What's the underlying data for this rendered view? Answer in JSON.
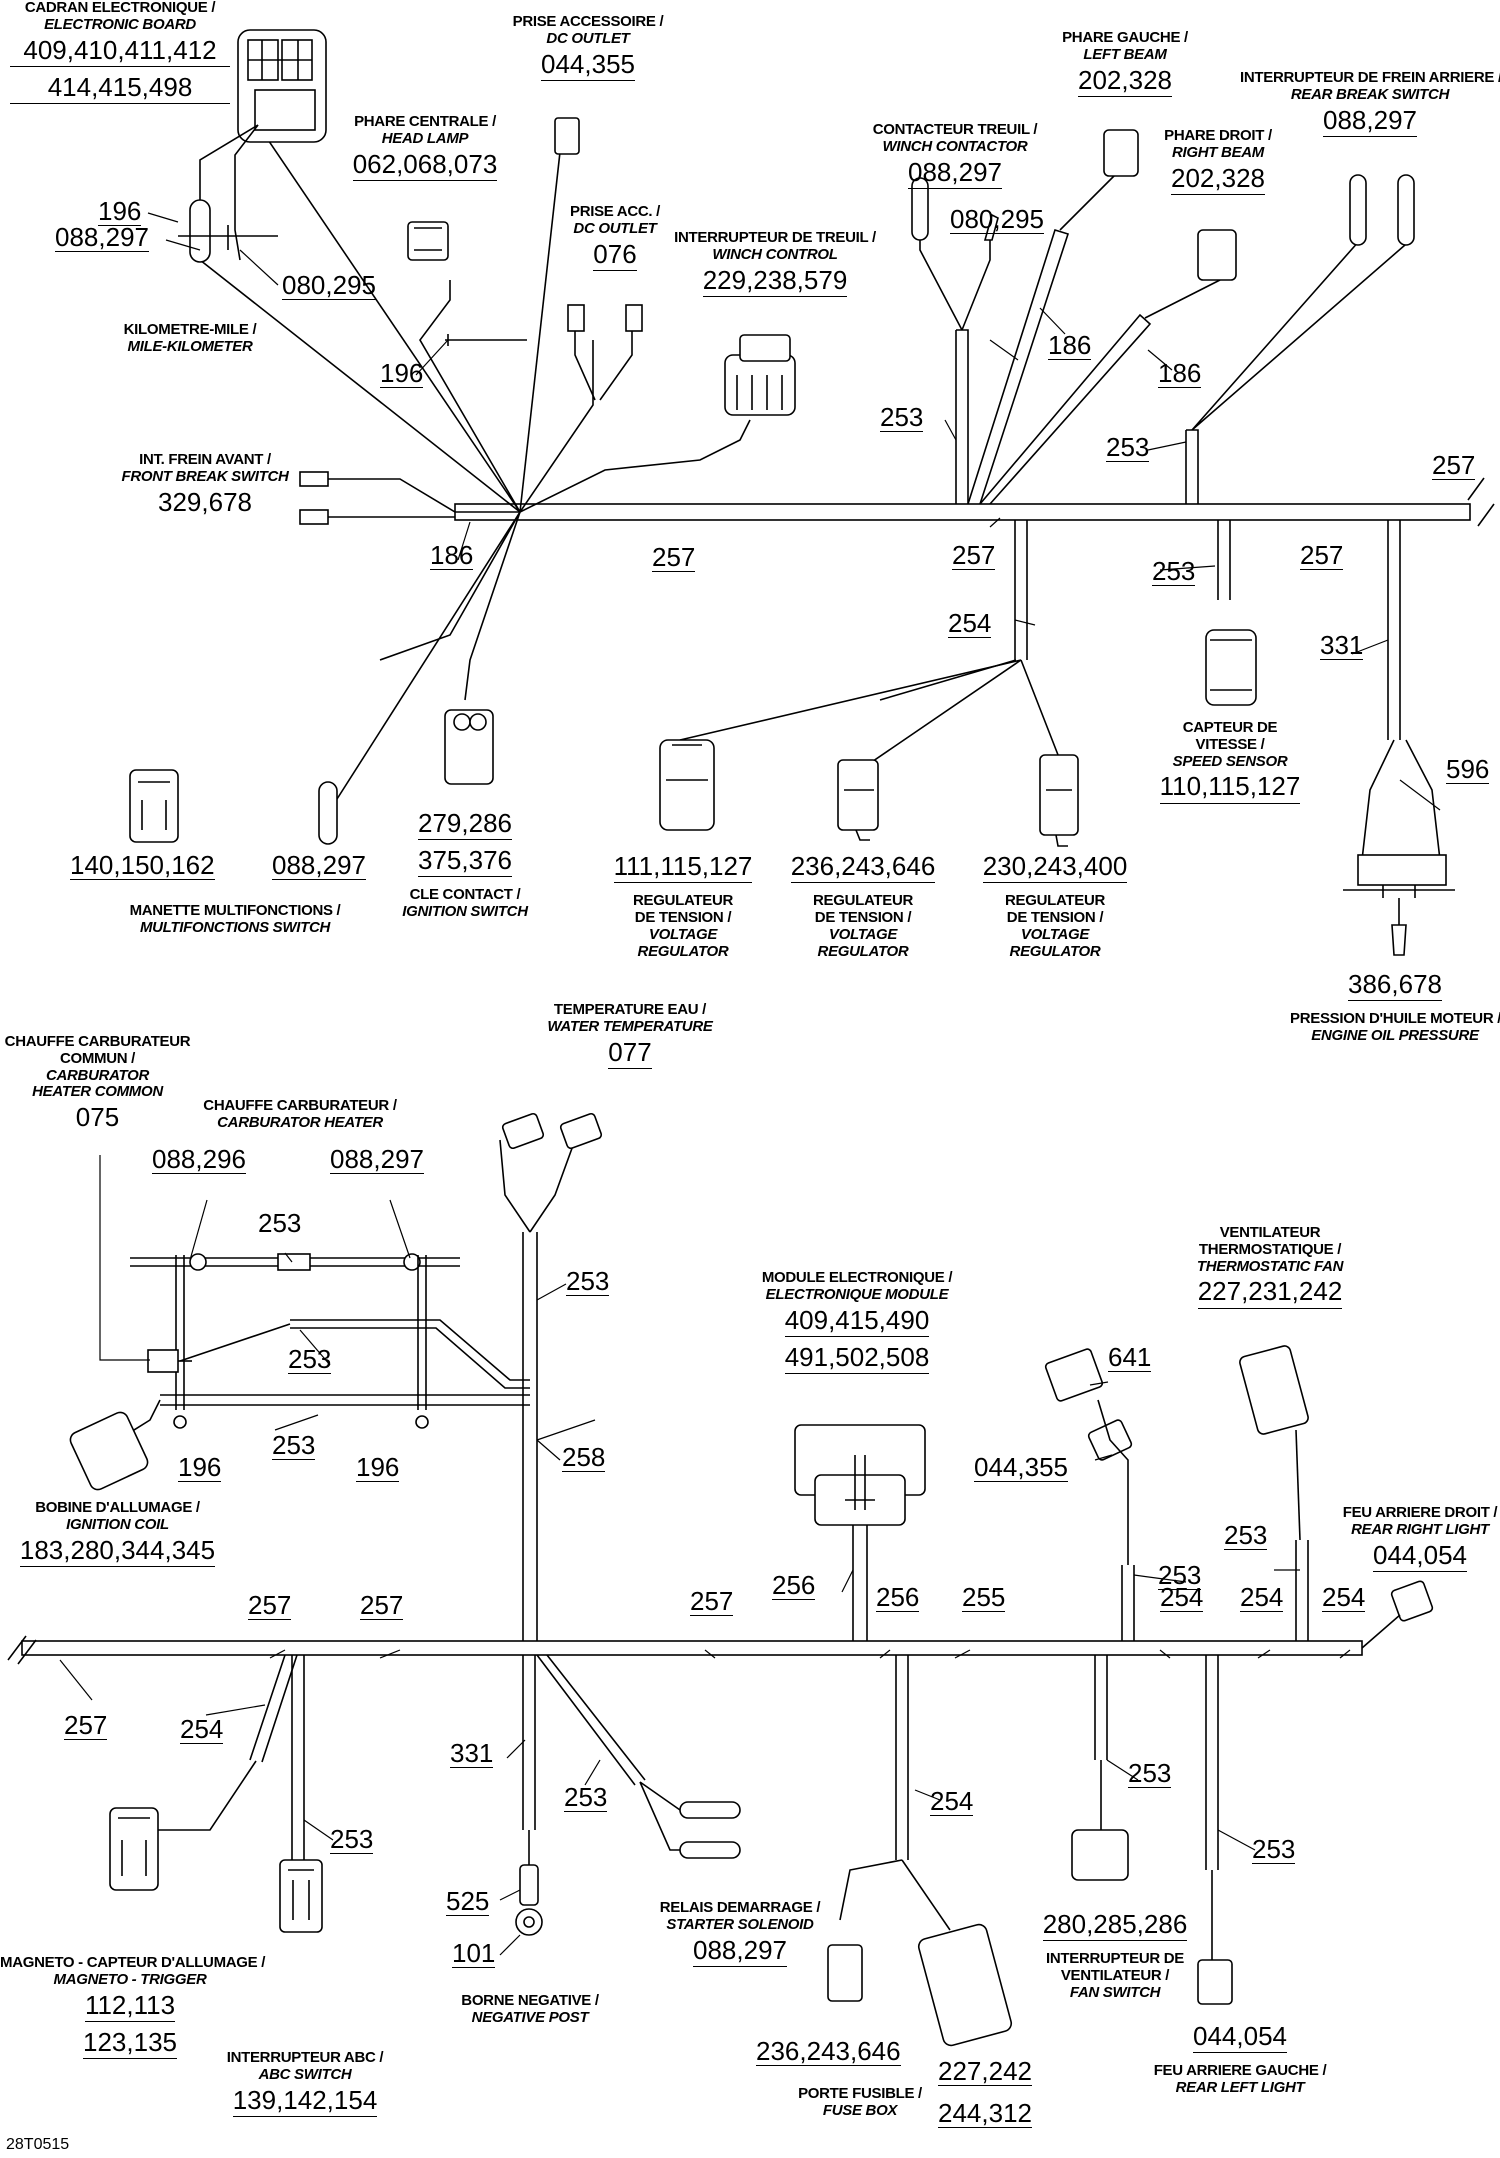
{
  "document_id": "28T0515",
  "components": [
    {
      "id": "electronic_board",
      "fr": "CADRAN ELECTRONIQUE /",
      "en": "ELECTRONIC BOARD",
      "parts": [
        "409,410,411,412",
        "414,415,498"
      ]
    },
    {
      "id": "dc_outlet_top",
      "fr": "PRISE ACCESSOIRE /",
      "en": "DC OUTLET",
      "parts": [
        "044,355"
      ]
    },
    {
      "id": "head_lamp",
      "fr": "PHARE CENTRALE /",
      "en": "HEAD LAMP",
      "parts": [
        "062,068,073"
      ]
    },
    {
      "id": "dc_outlet_2",
      "fr": "PRISE ACC. /",
      "en": "DC OUTLET",
      "parts": [
        "076"
      ]
    },
    {
      "id": "winch_control",
      "fr": "INTERRUPTEUR DE TREUIL /",
      "en": "WINCH CONTROL",
      "parts": [
        "229,238,579"
      ]
    },
    {
      "id": "winch_contactor",
      "fr": "CONTACTEUR TREUIL /",
      "en": "WINCH CONTACTOR",
      "parts": [
        "088,297"
      ]
    },
    {
      "id": "left_beam",
      "fr": "PHARE GAUCHE /",
      "en": "LEFT BEAM",
      "parts": [
        "202,328"
      ]
    },
    {
      "id": "right_beam",
      "fr": "PHARE DROIT /",
      "en": "RIGHT BEAM",
      "parts": [
        "202,328"
      ]
    },
    {
      "id": "rear_brake_switch",
      "fr": "INTERRUPTEUR DE FREIN ARRIERE /",
      "en": "REAR BREAK SWITCH",
      "parts": [
        "088,297"
      ]
    },
    {
      "id": "mile_km",
      "fr": "KILOMETRE-MILE /",
      "en": "MILE-KILOMETER",
      "parts": []
    },
    {
      "id": "front_brake_switch",
      "fr": "INT. FREIN AVANT /",
      "en": "FRONT BREAK SWITCH",
      "parts": [
        "329,678"
      ]
    },
    {
      "id": "multifunction_switch",
      "fr": "MANETTE MULTIFONCTIONS /",
      "en": "MULTIFONCTIONS SWITCH",
      "parts": []
    },
    {
      "id": "ignition_switch",
      "fr": "CLE CONTACT /",
      "en": "IGNITION SWITCH",
      "parts": [
        "279,286",
        "375,376"
      ]
    },
    {
      "id": "vreg_1",
      "fr": "REGULATEUR DE TENSION /",
      "en": "VOLTAGE REGULATOR",
      "parts": [
        "111,115,127"
      ]
    },
    {
      "id": "vreg_2",
      "fr": "REGULATEUR DE TENSION /",
      "en": "VOLTAGE REGULATOR",
      "parts": [
        "236,243,646"
      ]
    },
    {
      "id": "vreg_3",
      "fr": "REGULATEUR DE TENSION /",
      "en": "VOLTAGE REGULATOR",
      "parts": [
        "230,243,400"
      ]
    },
    {
      "id": "speed_sensor",
      "fr": "CAPTEUR DE VITESSE /",
      "en": "SPEED SENSOR",
      "parts": [
        "110,115,127"
      ]
    },
    {
      "id": "oil_pressure",
      "fr": "PRESSION D'HUILE MOTEUR /",
      "en": "ENGINE OIL PRESSURE",
      "parts": [
        "386,678"
      ]
    },
    {
      "id": "water_temp",
      "fr": "TEMPERATURE EAU /",
      "en": "WATER TEMPERATURE",
      "parts": [
        "077"
      ]
    },
    {
      "id": "carb_heater_common",
      "fr": "CHAUFFE CARBURATEUR COMMUN /",
      "en": "CARBURATOR HEATER COMMON",
      "parts": [
        "075"
      ]
    },
    {
      "id": "carb_heater",
      "fr": "CHAUFFE CARBURATEUR /",
      "en": "CARBURATOR HEATER",
      "parts": []
    },
    {
      "id": "ignition_coil",
      "fr": "BOBINE D'ALLUMAGE /",
      "en": "IGNITION COIL",
      "parts": [
        "183,280,344,345"
      ]
    },
    {
      "id": "electronic_module",
      "fr": "MODULE ELECTRONIQUE /",
      "en": "ELECTRONIQUE MODULE",
      "parts": [
        "409,415,490",
        "491,502,508"
      ]
    },
    {
      "id": "thermostatic_fan",
      "fr": "VENTILATEUR THERMOSTATIQUE /",
      "en": "THERMOSTATIC FAN",
      "parts": [
        "227,231,242"
      ]
    },
    {
      "id": "rear_right_light",
      "fr": "FEU ARRIERE DROIT /",
      "en": "REAR RIGHT LIGHT",
      "parts": [
        "044,054"
      ]
    },
    {
      "id": "magneto_trigger",
      "fr": "MAGNETO - CAPTEUR D'ALLUMAGE /",
      "en": "MAGNETO - TRIGGER",
      "parts": [
        "112,113",
        "123,135"
      ]
    },
    {
      "id": "abc_switch",
      "fr": "INTERRUPTEUR ABC /",
      "en": "ABC SWITCH",
      "parts": [
        "139,142,154"
      ]
    },
    {
      "id": "negative_post",
      "fr": "BORNE NEGATIVE /",
      "en": "NEGATIVE POST",
      "parts": []
    },
    {
      "id": "starter_solenoid",
      "fr": "RELAIS DEMARRAGE /",
      "en": "STARTER SOLENOID",
      "parts": [
        "088,297"
      ]
    },
    {
      "id": "fuse_box",
      "fr": "PORTE FUSIBLE /",
      "en": "FUSE BOX",
      "parts": []
    },
    {
      "id": "fan_switch",
      "fr": "INTERRUPTEUR DE VENTILATEUR /",
      "en": "FAN SWITCH",
      "parts": [
        "280,285,286"
      ]
    },
    {
      "id": "rear_left_light",
      "fr": "FEU ARRIERE GAUCHE /",
      "en": "REAR LEFT LIGHT",
      "parts": [
        "044,054"
      ]
    }
  ],
  "codes": {
    "c196_a": "196",
    "c088297_a": "088,297",
    "c080295_a": "080,295",
    "c196_b": "196",
    "c080295_b": "080,295",
    "c186_a": "186",
    "c186_b": "186",
    "c253_a": "253",
    "c253_b": "253",
    "c257_a": "257",
    "c186_c": "186",
    "c257_b": "257",
    "c257_c": "257",
    "c257_d": "257",
    "c254_a": "254",
    "c253_c": "253",
    "c331_a": "331",
    "c596": "596",
    "c140150162": "140,150,162",
    "c088297_b": "088,297",
    "c088296": "088,296",
    "c088297_c": "088,297",
    "c253_d": "253",
    "c253_e": "253",
    "c253_f": "253",
    "c253_g": "253",
    "c196_c": "196",
    "c196_d": "196",
    "c258": "258",
    "c641": "641",
    "c044355": "044,355",
    "c256_a": "256",
    "c253_h": "253",
    "c253_i": "253",
    "c257_e": "257",
    "c257_f": "257",
    "c257_g": "257",
    "c256_b": "256",
    "c255": "255",
    "c254_b": "254",
    "c254_c": "254",
    "c254_d": "254",
    "c257_h": "257",
    "c254_e": "254",
    "c253_j": "253",
    "c331_b": "331",
    "c253_k": "253",
    "c254_f": "254",
    "c253_l": "253",
    "c253_m": "253",
    "c525": "525",
    "c101": "101",
    "c236243646": "236,243,646",
    "c227242": "227,242",
    "c244312": "244,312"
  }
}
